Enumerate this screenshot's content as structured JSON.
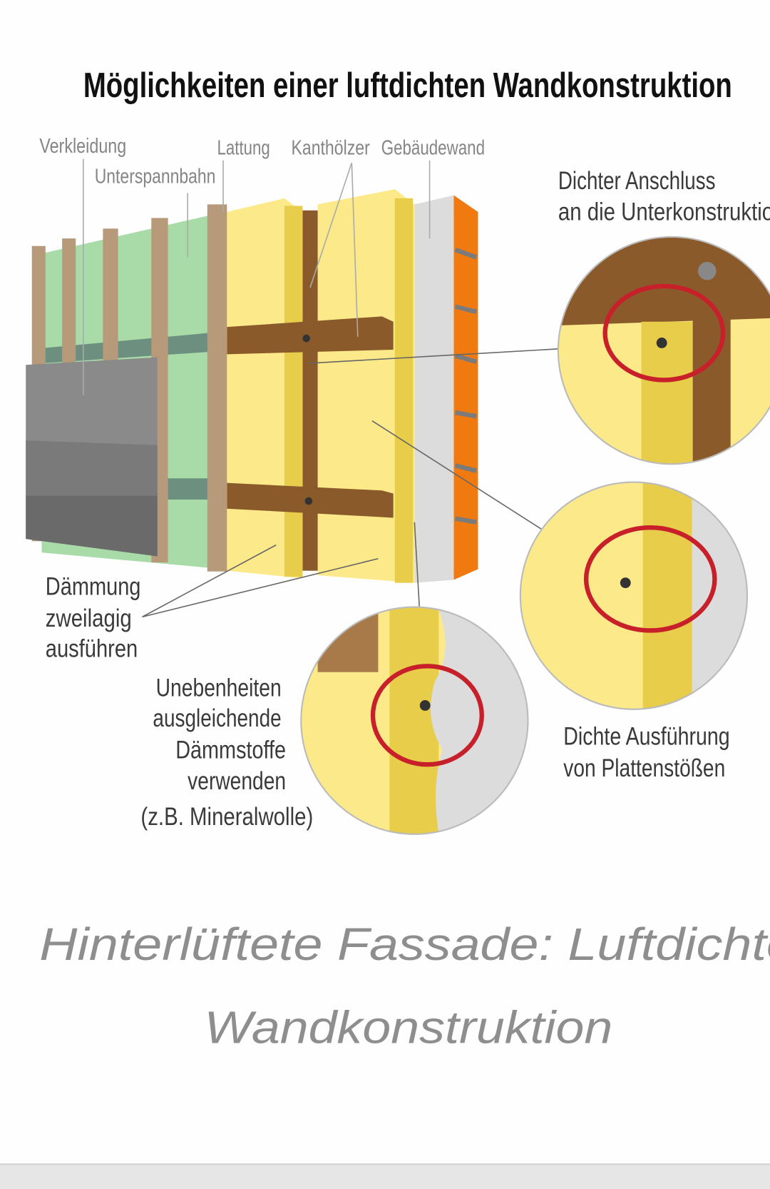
{
  "diagram": {
    "title": "Möglichkeiten einer luftdichten Wandkonstruktion",
    "labels": {
      "verkleidung": "Verkleidung",
      "unterspannbahn": "Unterspannbahn",
      "lattung": "Lattung",
      "kanthoelzer": "Kanthölzer",
      "gebaeudewand": "Gebäudewand"
    },
    "callouts": {
      "anschluss": [
        "Dichter Anschluss",
        "an die Unterkonstruktio"
      ],
      "daemmung": [
        "Dämmung",
        "zweilagig",
        "ausführen"
      ],
      "unebenheiten": [
        "Unebenheiten",
        "ausgleichende",
        "Dämmstoffe",
        "verwenden",
        "(z.B. Mineralwolle)"
      ],
      "plattenstoesse": [
        "Dichte Ausführung",
        "von Plattenstößen"
      ]
    },
    "colors": {
      "insulation": "#fbe98a",
      "wood": "#8a5a2b",
      "membrane": "#a9dba8",
      "brick": "#f07a10",
      "cladding": "#7d7d7d",
      "seal": "#c8202a"
    }
  },
  "caption": {
    "line1": "Hinterlüftete Fassade: Luftdichte",
    "line2": "Wandkonstruktion"
  }
}
